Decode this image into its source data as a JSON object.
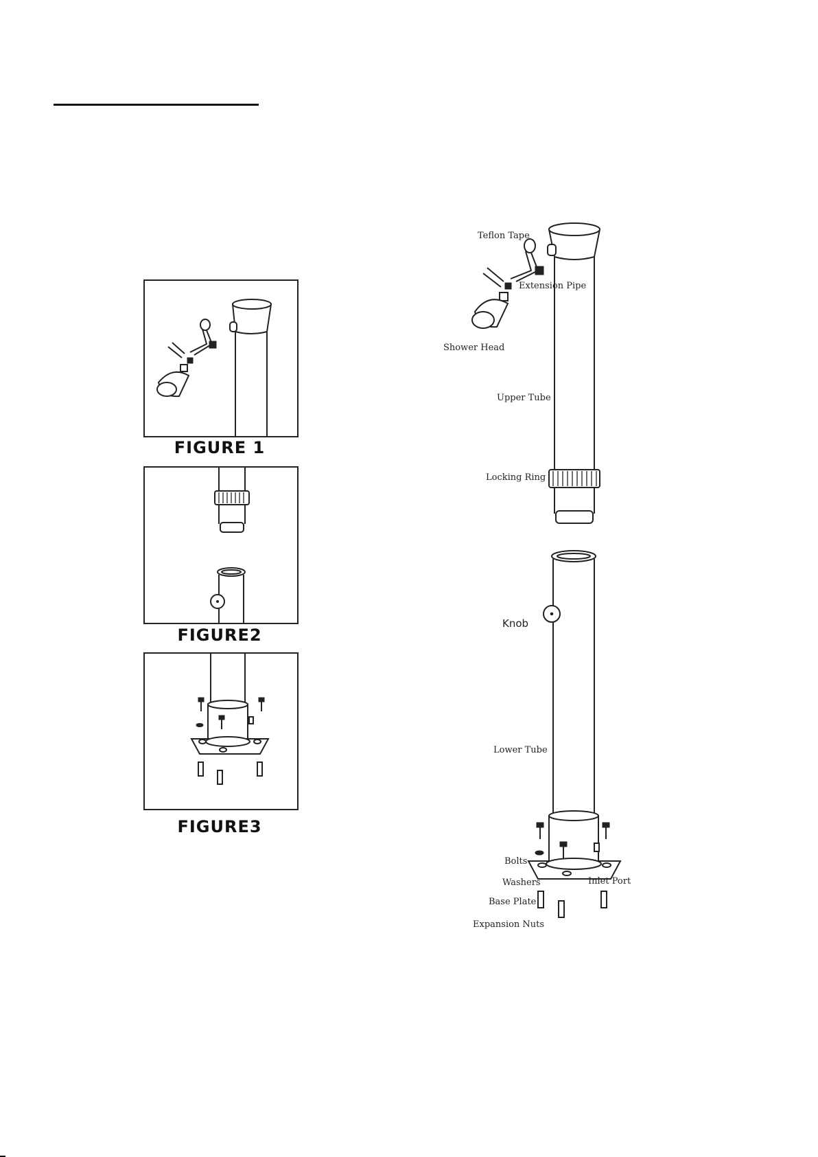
{
  "figures": [
    {
      "caption": "FIGURE 1"
    },
    {
      "caption": "FIGURE2"
    },
    {
      "caption": "FIGURE3"
    }
  ],
  "labels": {
    "teflon_tape": "Teflon Tape",
    "extension_pipe": "Extension Pipe",
    "shower_head": "Shower Head",
    "upper_tube": "Upper Tube",
    "locking_ring": "Locking Ring",
    "knob": "Knob",
    "lower_tube": "Lower Tube",
    "bolts": "Bolts",
    "washers": "Washers",
    "inlet_port": "Inlet Port",
    "base_plate": "Base Plate",
    "expansion_nuts": "Expansion Nuts"
  }
}
